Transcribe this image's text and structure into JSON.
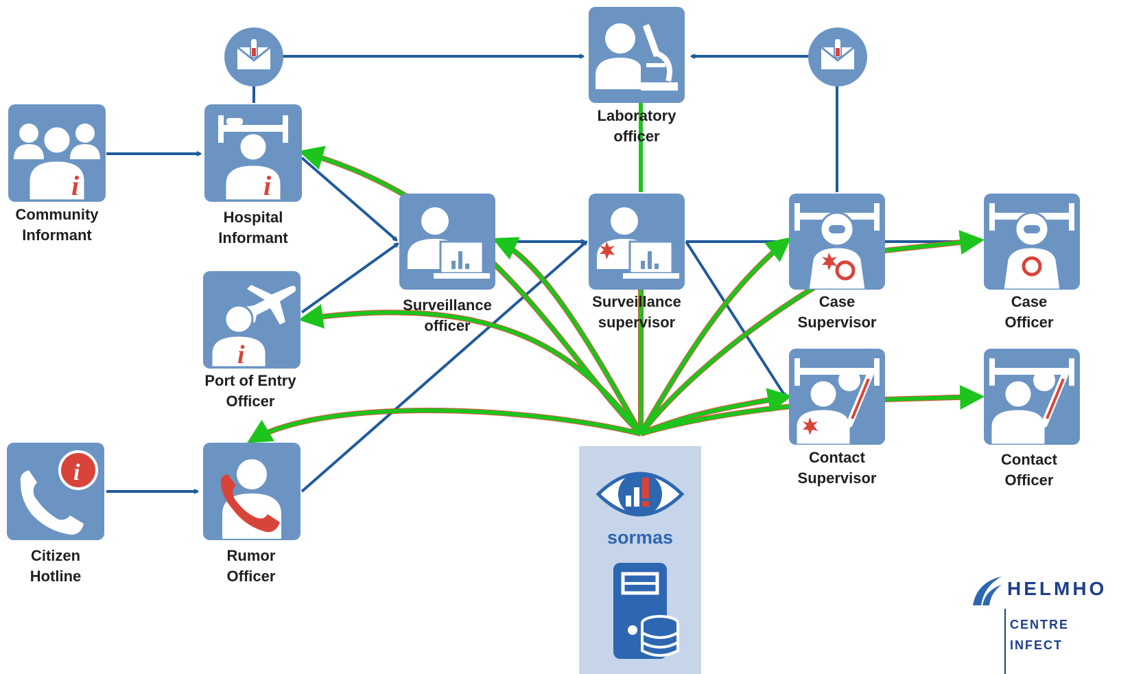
{
  "nodes": {
    "community_informant": [
      "Community",
      "Informant"
    ],
    "hospital_informant": [
      "Hospital",
      "Informant"
    ],
    "port_of_entry_officer": [
      "Port of Entry",
      "Officer"
    ],
    "citizen_hotline": [
      "Citizen",
      "Hotline"
    ],
    "rumor_officer": [
      "Rumor",
      "Officer"
    ],
    "surveillance_officer": [
      "Surveillance",
      "officer"
    ],
    "laboratory_officer": [
      "Laboratory",
      "officer"
    ],
    "surveillance_supervisor": [
      "Surveillance",
      "supervisor"
    ],
    "case_supervisor": [
      "Case",
      "Supervisor"
    ],
    "case_officer": [
      "Case",
      "Officer"
    ],
    "contact_supervisor": [
      "Contact",
      "Supervisor"
    ],
    "contact_officer": [
      "Contact",
      "Officer"
    ]
  },
  "logo": {
    "sormas": "sormas"
  },
  "institution": {
    "name": "HELMHO",
    "line1": "CENTRE",
    "line2": "INFECT"
  },
  "colors": {
    "icon_fill": "#6b94c3",
    "report_arrow": "#1f5b9a",
    "sync_arrow": "#1dc41d",
    "sync_edge": "#e33b2a",
    "server_panel": "#c7d5ea"
  },
  "icons": {
    "community_informant": "group-info-icon",
    "hospital_informant": "hospital-bed-info-icon",
    "port_of_entry_officer": "airplane-info-icon",
    "citizen_hotline": "phone-info-icon",
    "rumor_officer": "rumor-phone-icon",
    "surveillance_officer": "laptop-chart-icon",
    "laboratory_officer": "microscope-icon",
    "surveillance_supervisor": "laptop-chart-alert-icon",
    "case_supervisor": "biohazard-suit-alert-icon",
    "case_officer": "biohazard-suit-icon",
    "contact_supervisor": "thermometer-alert-icon",
    "contact_officer": "thermometer-icon",
    "envelope": "sample-envelope-icon",
    "server": "database-server-icon"
  }
}
